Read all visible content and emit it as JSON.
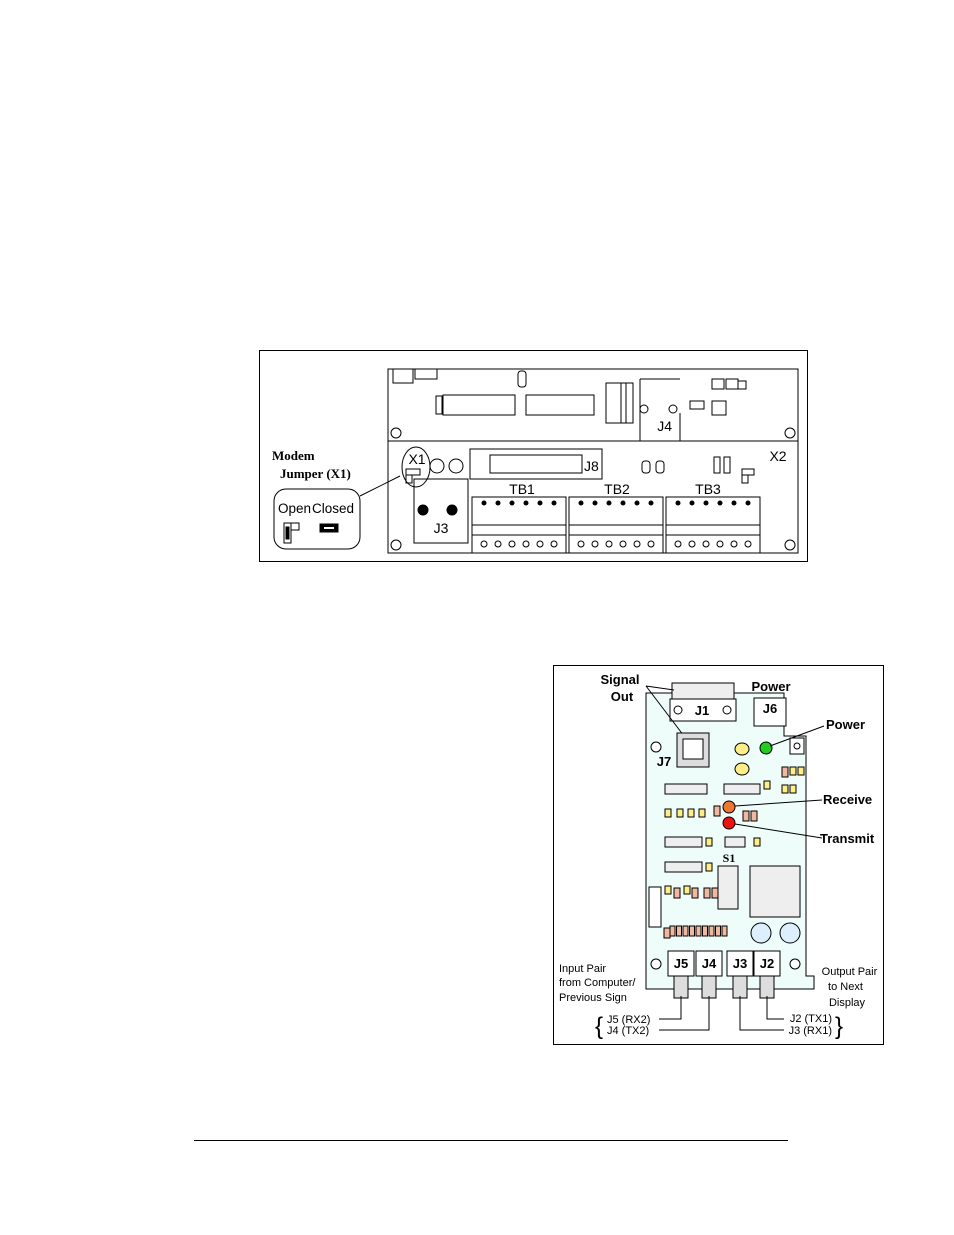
{
  "figure1": {
    "title_line1": "Modem",
    "title_line2": "Jumper (X1)",
    "open_label": "Open",
    "closed_label": "Closed",
    "labels": {
      "x1": "X1",
      "x2": "X2",
      "j3": "J3",
      "j4": "J4",
      "j8": "J8",
      "tb1": "TB1",
      "tb2": "TB2",
      "tb3": "TB3"
    }
  },
  "figure2": {
    "signal_out_line1": "Signal",
    "signal_out_line2": "Out",
    "power_connector_label": "Power",
    "power_led_label": "Power",
    "receive_label": "Receive",
    "transmit_label": "Transmit",
    "s1": "S1",
    "connectors": {
      "j1": "J1",
      "j6": "J6",
      "j7": "J7",
      "j5": "J5",
      "j4": "J4",
      "j3": "J3",
      "j2": "J2"
    },
    "input_pair": [
      "Input Pair",
      "from Computer/",
      "Previous Sign"
    ],
    "output_pair": [
      "Output Pair",
      "to Next",
      "Display"
    ],
    "j5_rx2": "J5 (RX2)",
    "j4_tx2": "J4 (TX2)",
    "j2_tx1": "J2 (TX1)",
    "j3_rx1": "J3 (RX1)",
    "colors": {
      "board": "#eefcfa",
      "power_led": "#22cc22",
      "receive_led": "#ee7733",
      "transmit_led": "#ee1111",
      "yellow": "#ffee88",
      "pink": "#f0b8a0"
    }
  }
}
